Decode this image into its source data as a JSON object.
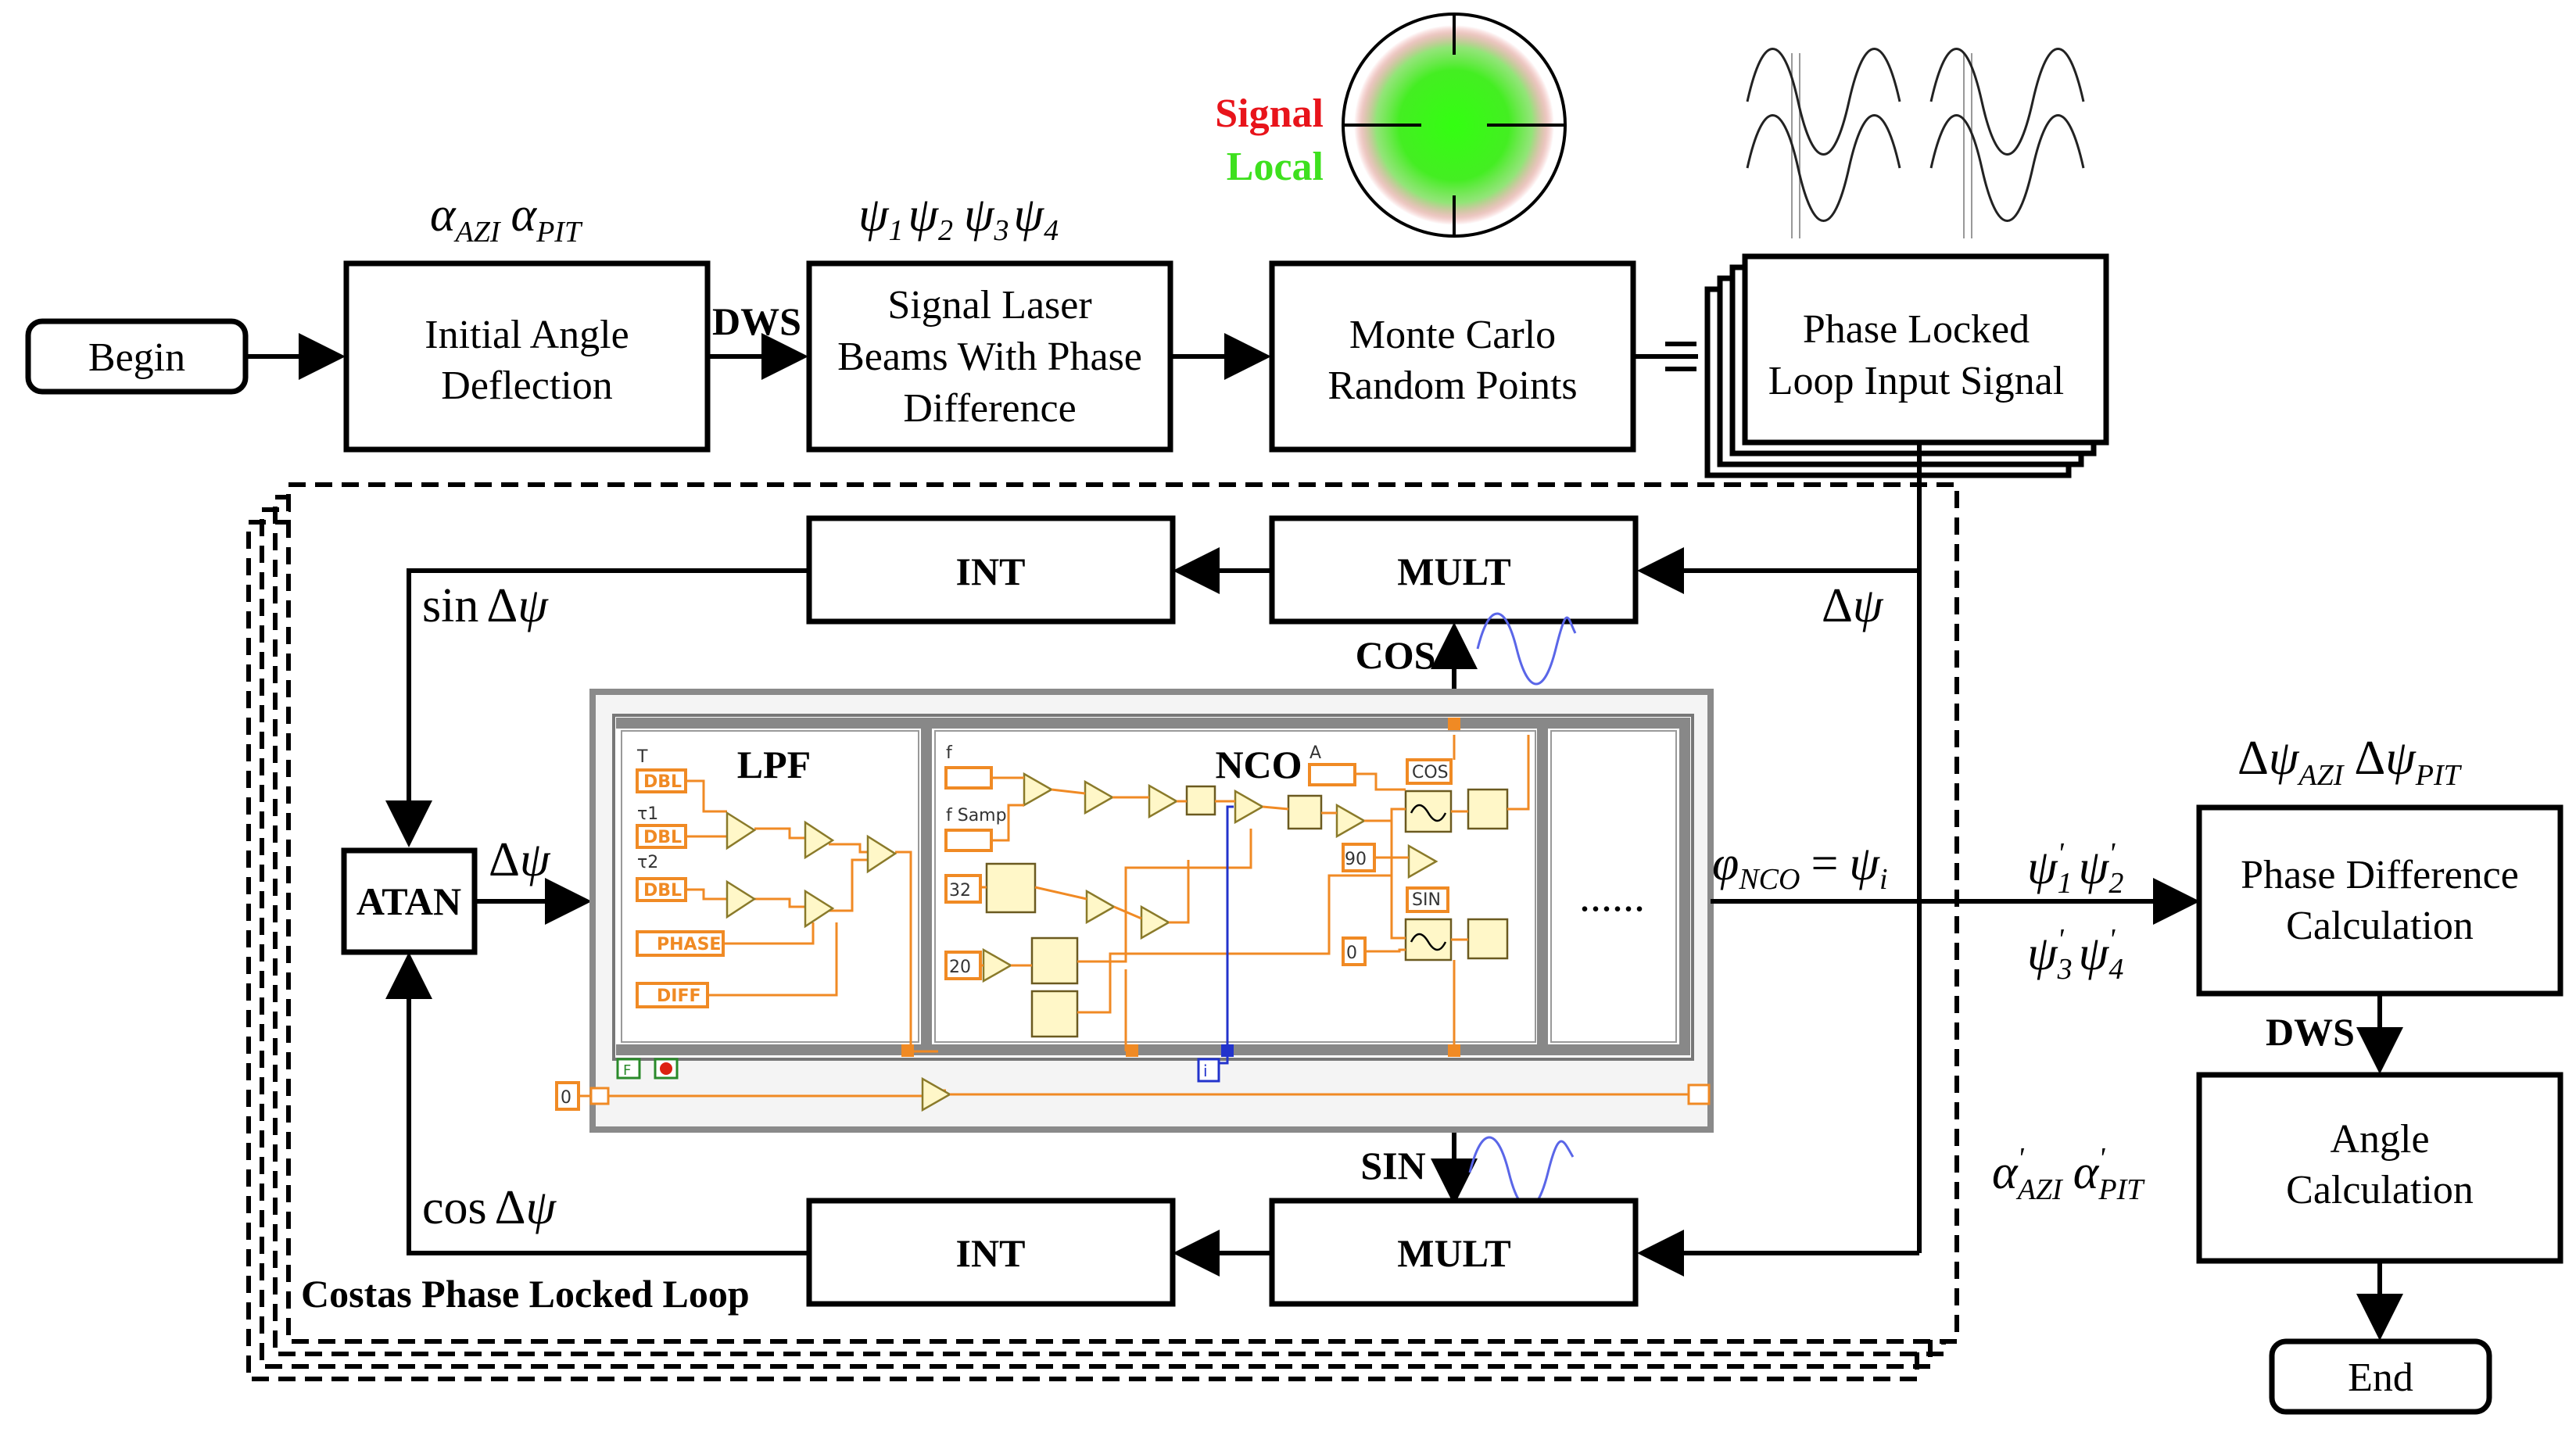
{
  "boxes": {
    "begin": "Begin",
    "initial_angle": [
      "Initial Angle",
      "Deflection"
    ],
    "signal_laser": [
      "Signal Laser",
      "Beams With Phase",
      "Difference"
    ],
    "monte_carlo": [
      "Monte Carlo",
      "Random Points"
    ],
    "pll_input": [
      "Phase Locked",
      "Loop Input Signal"
    ],
    "int_top": "INT",
    "mult_top": "MULT",
    "int_bottom": "INT",
    "mult_bottom": "MULT",
    "atan": "ATAN",
    "phase_diff": [
      "Phase Difference",
      "Calculation"
    ],
    "angle_calc": [
      "Angle",
      "Calculation"
    ],
    "end": "End"
  },
  "labels": {
    "dws_top": "DWS",
    "dws_right": "DWS",
    "cos": "COS",
    "sin": "SIN",
    "costas": "Costas Phase Locked Loop",
    "signal": "Signal",
    "local": "Local",
    "ellipsis": "......",
    "lpf": "LPF",
    "nco": "NCO"
  },
  "math": {
    "alpha": "α",
    "psi": "ψ",
    "delta": "Δ",
    "phi": "φ",
    "sin_word": "sin",
    "cos_word": "cos",
    "equals": "=",
    "prime": "'",
    "sub_azi": "AZI",
    "sub_pit": "PIT",
    "sub_nco": "NCO",
    "sub_i": "i",
    "sub_1": "1",
    "sub_2": "2",
    "sub_3": "3",
    "sub_4": "4"
  },
  "labview": {
    "lpf_inputs": [
      "T",
      "τ1",
      "τ2"
    ],
    "lpf_dbl": "DBL",
    "phase_term": "PHASE",
    "diff_term": "DIFF",
    "nco_inputs": [
      "f",
      "f Samp"
    ],
    "consts": [
      "32",
      "20",
      "90",
      "0",
      "0"
    ],
    "cos_fn": "COS",
    "sin_fn": "SIN",
    "a_label": "A",
    "iter": "i",
    "stop": "F"
  },
  "colors": {
    "signal": "#e8141b",
    "local": "#3ee01e",
    "wire": "#f08a24",
    "wave": "#5a66e8",
    "blue_wire": "#2233cc"
  }
}
